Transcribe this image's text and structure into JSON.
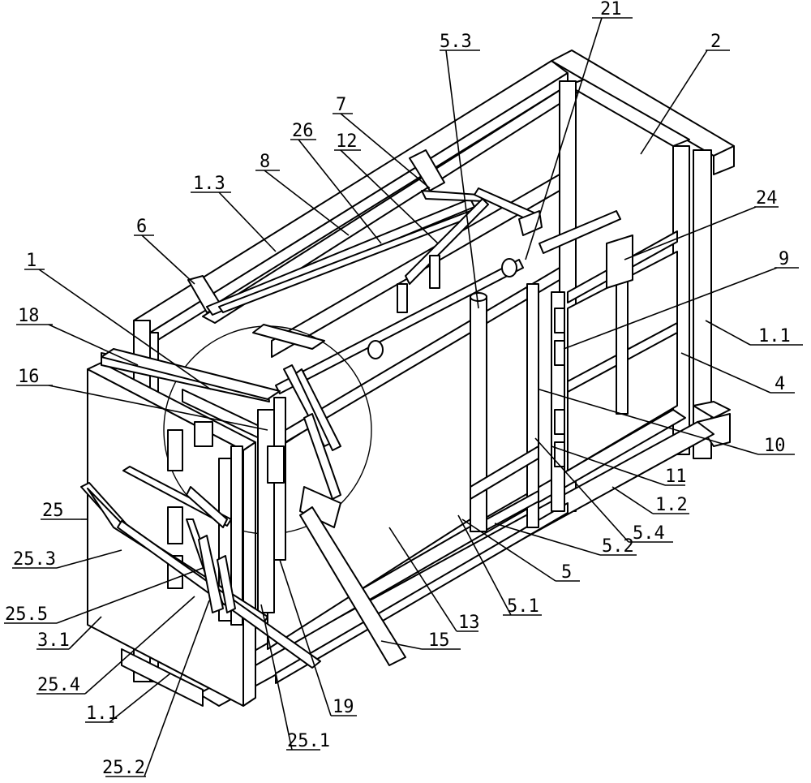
{
  "labels": {
    "l_21": "21",
    "l_53": "5.3",
    "l_2": "2",
    "l_7": "7",
    "l_26": "26",
    "l_12": "12",
    "l_8": "8",
    "l_13a": "1.3",
    "l_6": "6",
    "l_24": "24",
    "l_1": "1",
    "l_9": "9",
    "l_11a": "1.1",
    "l_18": "18",
    "l_4": "4",
    "l_16": "16",
    "l_10": "10",
    "l_11": "11",
    "l_12b": "1.2",
    "l_25": "25",
    "l_52": "5.2",
    "l_54": "5.4",
    "l_253": "25.3",
    "l_5": "5",
    "l_51": "5.1",
    "l_13": "13",
    "l_255": "25.5",
    "l_15": "15",
    "l_31": "3.1",
    "l_254": "25.4",
    "l_19": "19",
    "l_11b": "1.1",
    "l_251": "25.1",
    "l_252": "25.2"
  },
  "colors": {
    "line": "#000000",
    "background": "#ffffff"
  }
}
